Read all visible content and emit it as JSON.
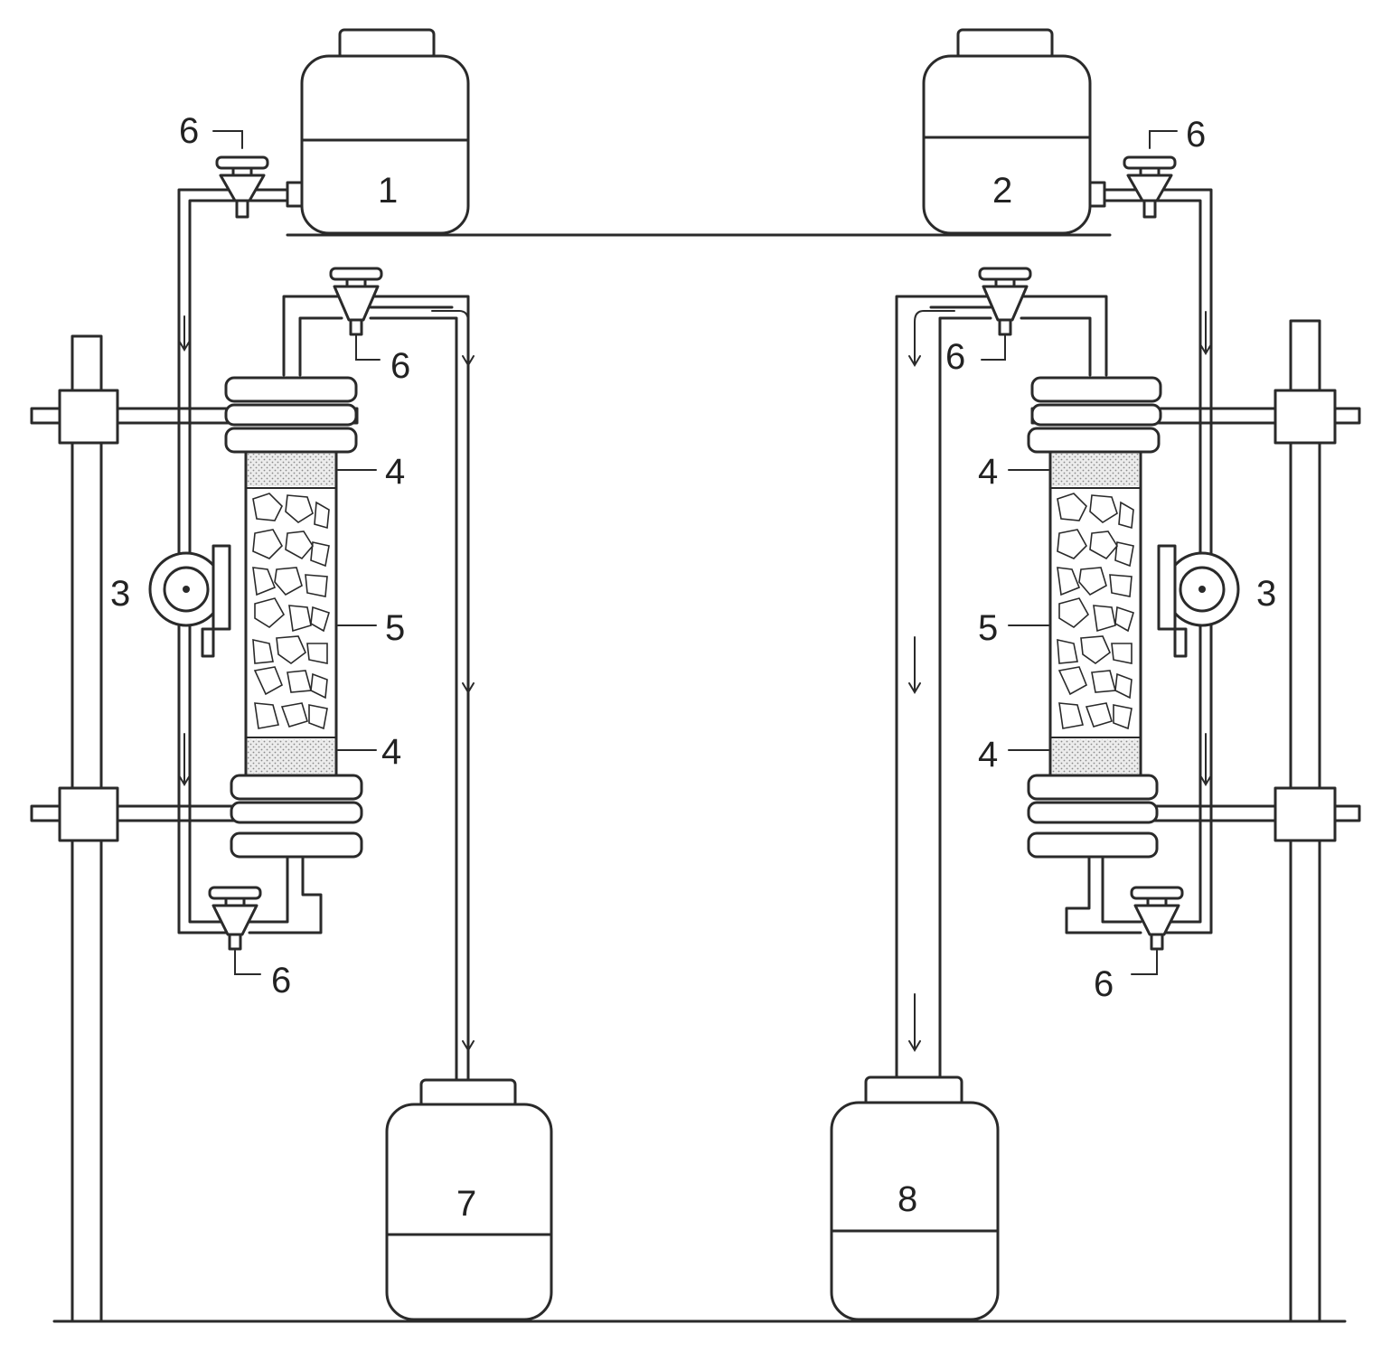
{
  "labels": {
    "reservoir_left": "1",
    "reservoir_right": "2",
    "pump": "3",
    "filter_layer": "4",
    "packing": "5",
    "valve": "6",
    "collector_left": "7",
    "collector_right": "8"
  },
  "colors": {
    "line": "#2a2a2a",
    "filter_fill": "#e6e6e6",
    "background": "#ffffff"
  }
}
